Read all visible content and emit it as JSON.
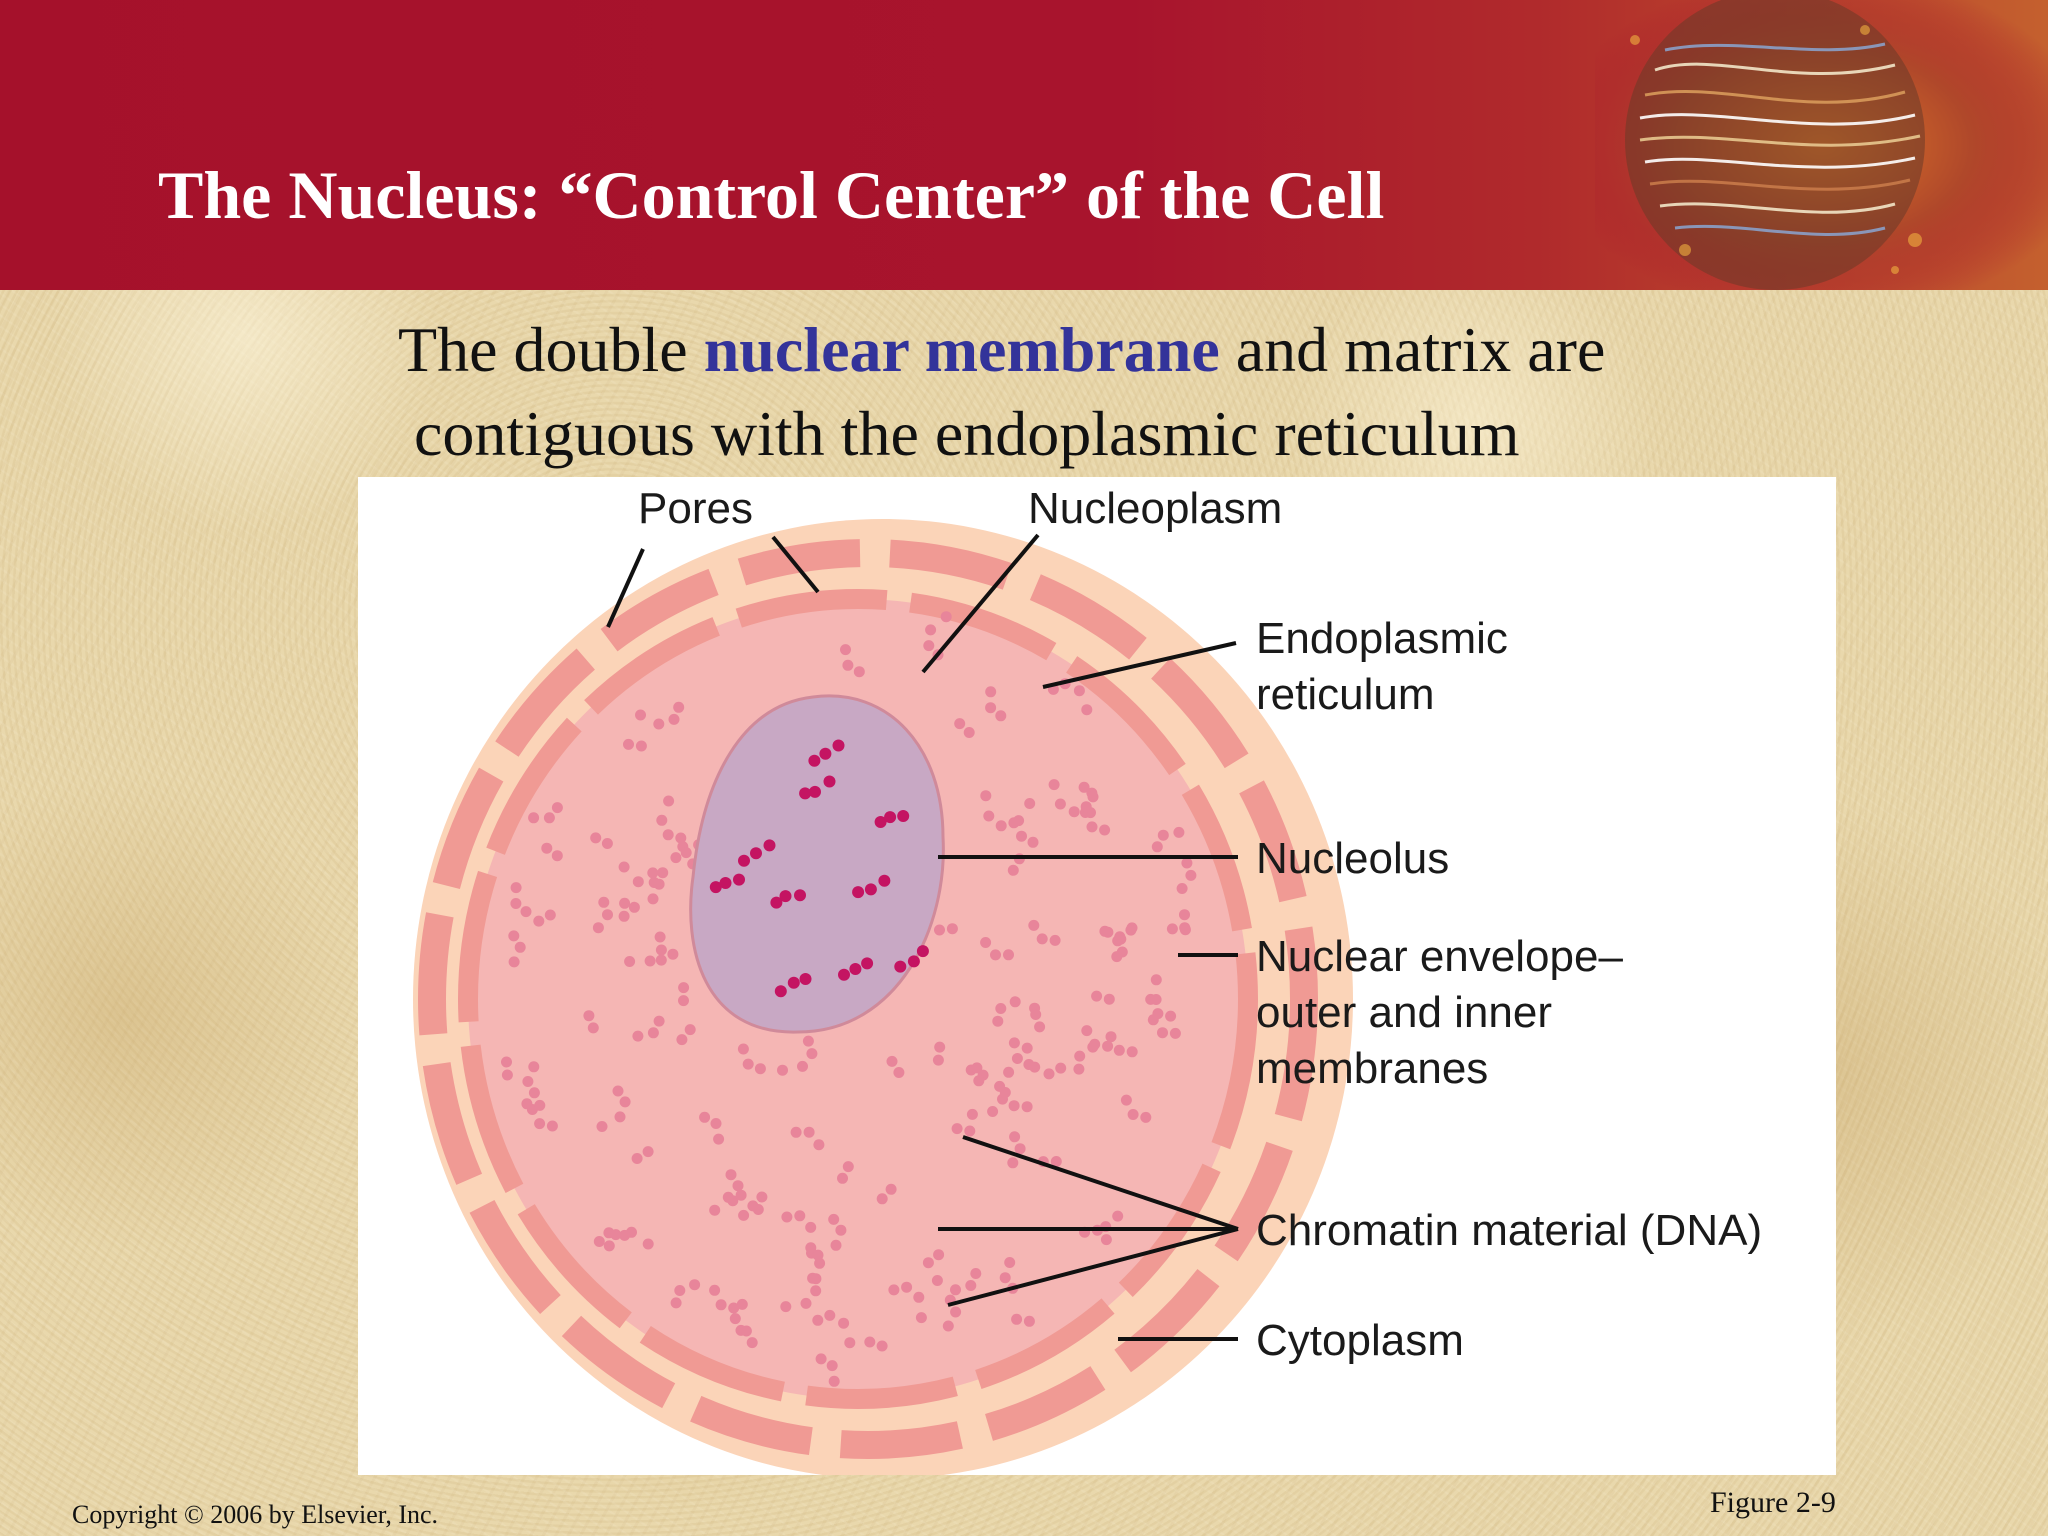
{
  "slide": {
    "title": "The Nucleus: “Control Center” of the Cell",
    "subtitle_part1": "The double ",
    "subtitle_highlight": "nuclear membrane",
    "subtitle_part2": " and matrix are",
    "subtitle_line2": "contiguous with the endoplasmic reticulum",
    "copyright": "Copyright © 2006 by Elsevier, Inc.",
    "figure_number": "Figure 2-9"
  },
  "diagram": {
    "labels": {
      "pores": "Pores",
      "nucleoplasm": "Nucleoplasm",
      "endoplasmic_line1": "Endoplasmic",
      "endoplasmic_line2": "reticulum",
      "nucleolus": "Nucleolus",
      "envelope_line1": "Nuclear envelope–",
      "envelope_line2": "outer and inner",
      "envelope_line3": "membranes",
      "chromatin": "Chromatin material (DNA)",
      "cytoplasm": "Cytoplasm"
    }
  },
  "colors": {
    "header": "#a5112b",
    "highlight": "#33339a",
    "cytoplasm": "#fbd4b8",
    "nucleoplasm": "#f5b6b4",
    "membrane": "#f09a94",
    "nucleolus": "#c8a8c4",
    "chromatin": "#e8859a",
    "nucleolus_dots": "#c41462"
  }
}
